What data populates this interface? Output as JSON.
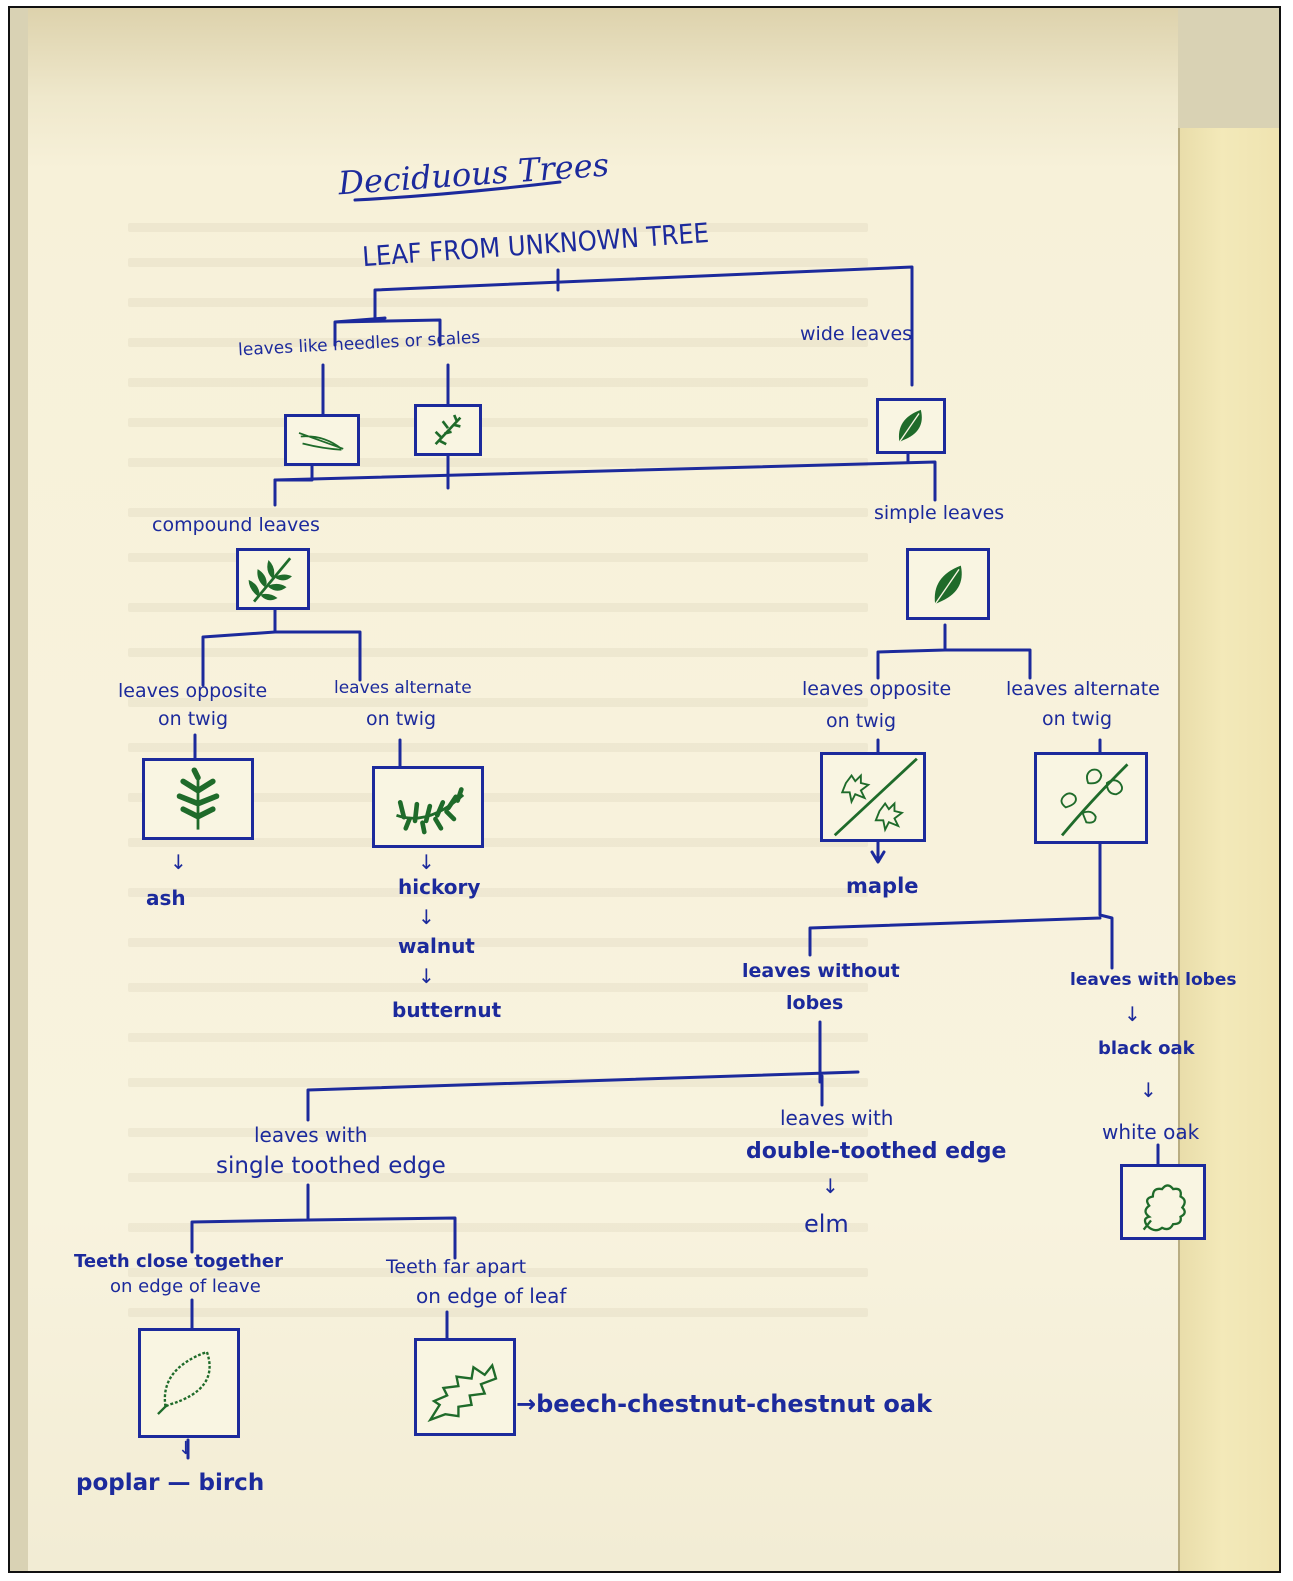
{
  "title": "Deciduous Trees",
  "root": "LEAF FROM UNKNOWN TREE",
  "branches": {
    "needles": "leaves like needles or scales",
    "wide": "wide leaves",
    "compound": "compound leaves",
    "simple": "simple leaves",
    "compound_opposite": [
      "leaves opposite",
      "on twig"
    ],
    "compound_alternate": [
      "leaves alternate",
      "on twig"
    ],
    "simple_opposite": [
      "leaves opposite",
      "on twig"
    ],
    "simple_alternate": [
      "leaves alternate",
      "on twig"
    ],
    "without_lobes": [
      "leaves without",
      "lobes"
    ],
    "with_lobes": "leaves with lobes",
    "single_toothed": [
      "leaves with",
      "single toothed edge"
    ],
    "double_toothed": [
      "leaves with",
      "double-toothed edge"
    ],
    "teeth_close": [
      "Teeth close together",
      "on edge of leave"
    ],
    "teeth_far": [
      "Teeth far apart",
      "on edge of leaf"
    ]
  },
  "trees": {
    "ash": "ash",
    "hickory": "hickory",
    "walnut": "walnut",
    "butternut": "butternut",
    "maple": "maple",
    "black_oak": "black oak",
    "white_oak": "white oak",
    "elm": "elm",
    "poplar_birch": "poplar — birch",
    "beech_chestnut": "→beech-chestnut-chestnut oak"
  },
  "arrows": {
    "down": "↓"
  },
  "colors": {
    "ink": "#1c2a9c",
    "leaf": "#1f6b2a",
    "paper": "#f8f3de"
  }
}
